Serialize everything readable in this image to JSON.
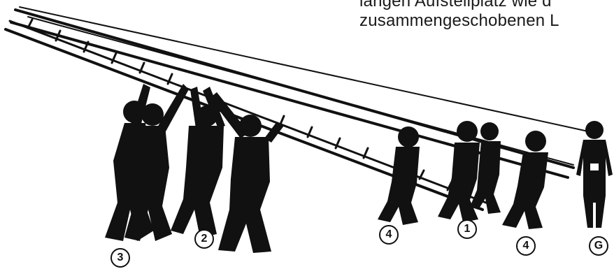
{
  "caption": {
    "line1": "langen Aufstellplatz wie d",
    "line2": "zusammengeschobenen L"
  },
  "markers": [
    "3",
    "2",
    "4",
    "1",
    "4",
    "G"
  ],
  "colors": {
    "ink": "#111111",
    "background": "#ffffff"
  }
}
